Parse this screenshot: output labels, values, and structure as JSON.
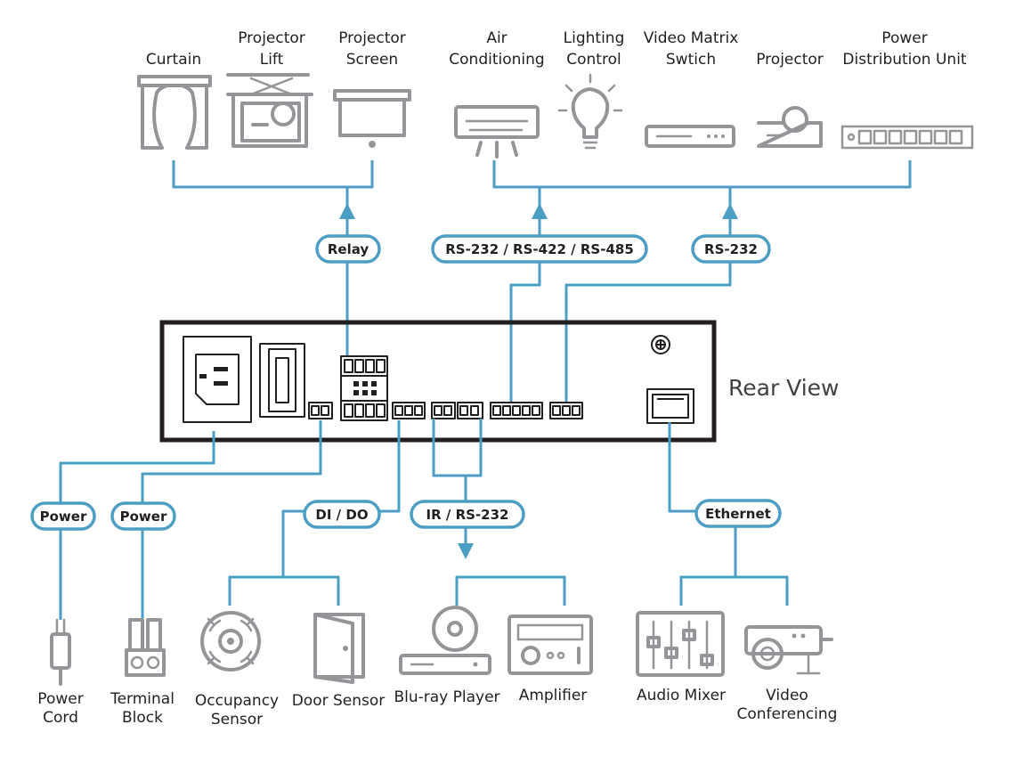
{
  "top_devices": {
    "curtain": "Curtain",
    "projector_lift_1": "Projector",
    "projector_lift_2": "Lift",
    "projector_screen_1": "Projector",
    "projector_screen_2": "Screen",
    "air_conditioning_1": "Air",
    "air_conditioning_2": "Conditioning",
    "lighting_control_1": "Lighting",
    "lighting_control_2": "Control",
    "video_matrix_1": "Video Matrix",
    "video_matrix_2": "Swtich",
    "projector": "Projector",
    "pdu_1": "Power",
    "pdu_2": "Distribution Unit"
  },
  "badges": {
    "relay": "Relay",
    "serial_multi": "RS-232 / RS-422 / RS-485",
    "rs232": "RS-232",
    "power_cord": "Power",
    "power_block": "Power",
    "di_do": "DI / DO",
    "ir_rs232": "IR / RS-232",
    "ethernet": "Ethernet"
  },
  "rear_view": "Rear View",
  "bottom_devices": {
    "power_cord_1": "Power",
    "power_cord_2": "Cord",
    "terminal_block_1": "Terminal",
    "terminal_block_2": "Block",
    "occupancy_sensor_1": "Occupancy",
    "occupancy_sensor_2": "Sensor",
    "door_sensor": "Door Sensor",
    "bluray_player": "Blu-ray Player",
    "amplifier": "Amplifier",
    "audio_mixer": "Audio Mixer",
    "video_conferencing_1": "Video",
    "video_conferencing_2": "Conferencing"
  },
  "colors": {
    "wire": "#4d9ec4",
    "icon": "#939598",
    "device": "#231f20"
  }
}
